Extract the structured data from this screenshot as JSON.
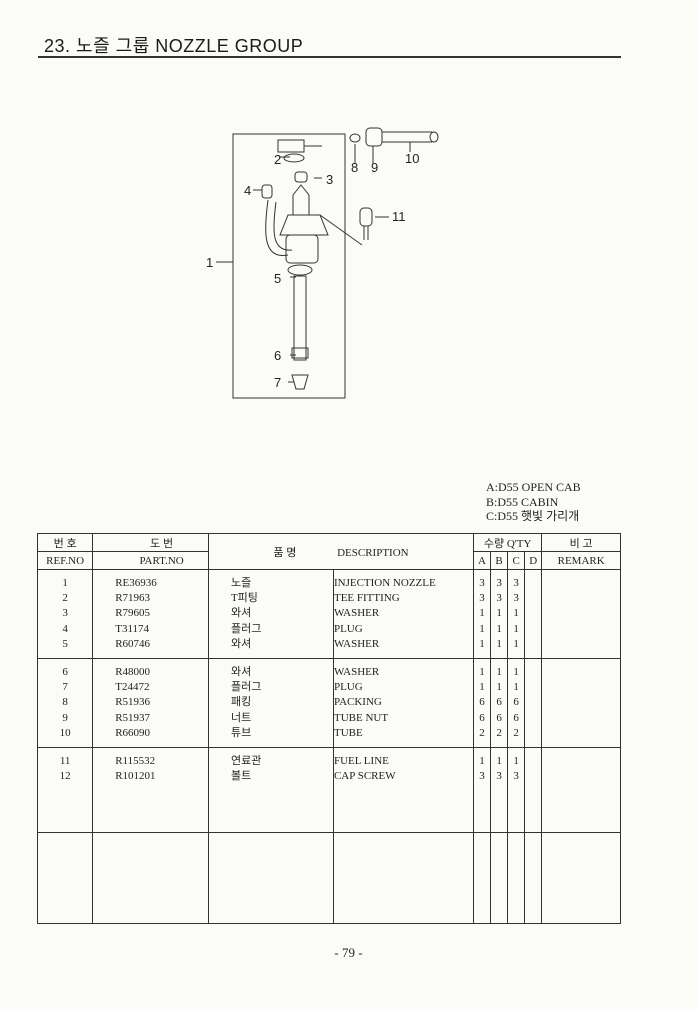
{
  "header": {
    "title": "23. 노즐 그룹  NOZZLE GROUP"
  },
  "diagram_labels": [
    "1",
    "2",
    "3",
    "4",
    "5",
    "6",
    "7",
    "8",
    "9",
    "10",
    "11"
  ],
  "cab_legend": [
    "A:D55 OPEN CAB",
    "B:D55 CABIN",
    "C:D55 햇빛 가리개"
  ],
  "table": {
    "headers": {
      "ref_kor": "번 호",
      "ref": "REF.NO",
      "part_kor": "도 번",
      "part": "PART.NO",
      "name_kor": "품 명",
      "desc": "DESCRIPTION",
      "qty_kor": "수량 Q'TY",
      "a": "A",
      "b": "B",
      "c": "C",
      "d": "D",
      "remark_kor": "비 고",
      "remark": "REMARK"
    },
    "rows": [
      {
        "ref": "1",
        "part": "RE36936",
        "kor": "노즐",
        "desc": "INJECTION NOZZLE",
        "a": "3",
        "b": "3",
        "c": "3",
        "d": ""
      },
      {
        "ref": "2",
        "part": "R71963",
        "kor": "T피팅",
        "desc": "TEE FITTING",
        "a": "3",
        "b": "3",
        "c": "3",
        "d": ""
      },
      {
        "ref": "3",
        "part": "R79605",
        "kor": "와셔",
        "desc": "WASHER",
        "a": "1",
        "b": "1",
        "c": "1",
        "d": ""
      },
      {
        "ref": "4",
        "part": "T31174",
        "kor": "플러그",
        "desc": "PLUG",
        "a": "1",
        "b": "1",
        "c": "1",
        "d": ""
      },
      {
        "ref": "5",
        "part": "R60746",
        "kor": "와셔",
        "desc": "WASHER",
        "a": "1",
        "b": "1",
        "c": "1",
        "d": ""
      },
      {
        "ref": "6",
        "part": "R48000",
        "kor": "와셔",
        "desc": "WASHER",
        "a": "1",
        "b": "1",
        "c": "1",
        "d": ""
      },
      {
        "ref": "7",
        "part": "T24472",
        "kor": "플러그",
        "desc": "PLUG",
        "a": "1",
        "b": "1",
        "c": "1",
        "d": ""
      },
      {
        "ref": "8",
        "part": "R51936",
        "kor": "패킹",
        "desc": "PACKING",
        "a": "6",
        "b": "6",
        "c": "6",
        "d": ""
      },
      {
        "ref": "9",
        "part": "R51937",
        "kor": "너트",
        "desc": "TUBE NUT",
        "a": "6",
        "b": "6",
        "c": "6",
        "d": ""
      },
      {
        "ref": "10",
        "part": "R66090",
        "kor": "튜브",
        "desc": "TUBE",
        "a": "2",
        "b": "2",
        "c": "2",
        "d": ""
      },
      {
        "ref": "11",
        "part": "R115532",
        "kor": "연료관",
        "desc": "FUEL LINE",
        "a": "1",
        "b": "1",
        "c": "1",
        "d": ""
      },
      {
        "ref": "12",
        "part": "R101201",
        "kor": "볼트",
        "desc": "CAP SCREW",
        "a": "3",
        "b": "3",
        "c": "3",
        "d": ""
      }
    ]
  },
  "page_number": "- 79 -"
}
